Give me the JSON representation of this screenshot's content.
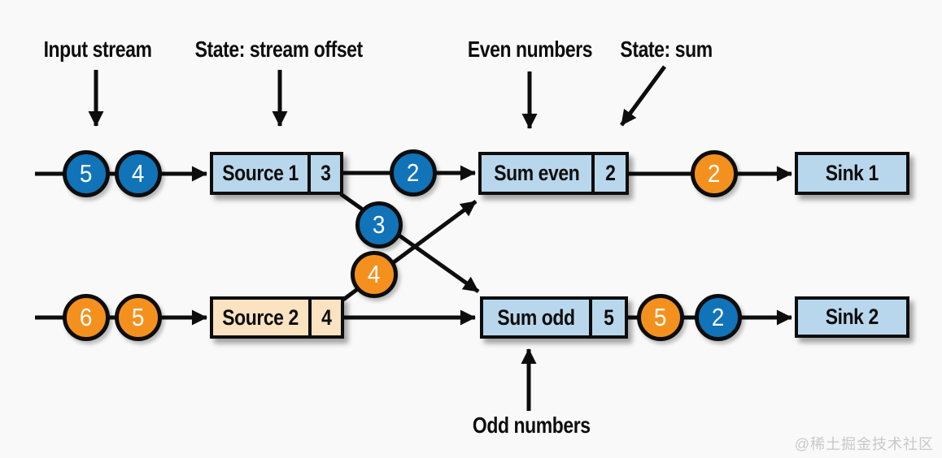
{
  "colors": {
    "blue": "#1173b8",
    "orange": "#f4911e",
    "box_blue": "#b9d7ec",
    "box_tan": "#fbe2c0",
    "ink": "#0d0d0d",
    "background": "#f9f9f9",
    "watermark_gray": "#c9c9c9"
  },
  "annotations": {
    "input_stream": "Input stream",
    "state_stream_offset": "State: stream offset",
    "even_numbers": "Even numbers",
    "state_sum": "State: sum",
    "odd_numbers": "Odd numbers"
  },
  "nodes": {
    "source1": {
      "label": "Source 1",
      "state": "3"
    },
    "source2": {
      "label": "Source 2",
      "state": "4"
    },
    "sum_even": {
      "label": "Sum even",
      "state": "2"
    },
    "sum_odd": {
      "label": "Sum odd",
      "state": "5"
    },
    "sink1": {
      "label": "Sink 1"
    },
    "sink2": {
      "label": "Sink 2"
    }
  },
  "tokens": {
    "input1_a": {
      "value": "5",
      "color": "blue"
    },
    "input1_b": {
      "value": "4",
      "color": "blue"
    },
    "input2_a": {
      "value": "6",
      "color": "orange"
    },
    "input2_b": {
      "value": "5",
      "color": "orange"
    },
    "source1_even": {
      "value": "2",
      "color": "blue"
    },
    "source1_odd": {
      "value": "3",
      "color": "blue"
    },
    "source2_even": {
      "value": "4",
      "color": "orange"
    },
    "sum_even_out": {
      "value": "2",
      "color": "orange"
    },
    "sum_odd_out_a": {
      "value": "5",
      "color": "orange"
    },
    "sum_odd_out_b": {
      "value": "2",
      "color": "blue"
    }
  },
  "watermark": "@稀土掘金技术社区"
}
